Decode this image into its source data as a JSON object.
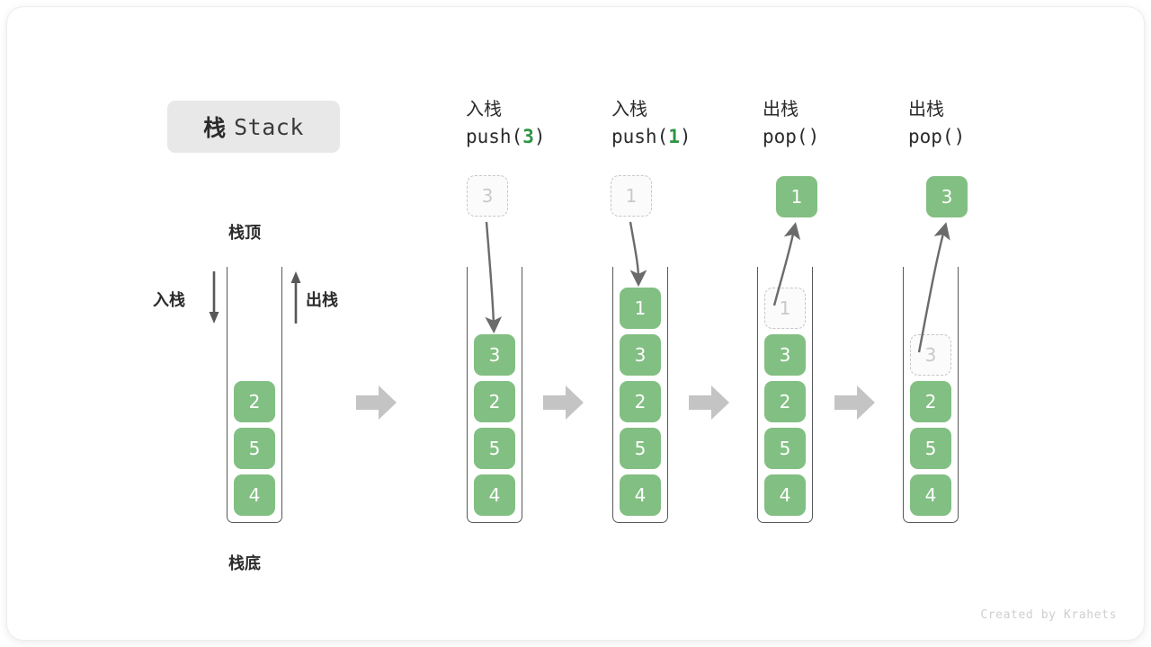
{
  "diagram": {
    "title_cn": "栈",
    "title_en": "Stack",
    "top_label": "栈顶",
    "bottom_label": "栈底",
    "push_label": "入栈",
    "pop_label": "出栈",
    "credit": "Created by Krahets",
    "colors": {
      "element_fill": "#82bf82",
      "element_text": "#ffffff",
      "ghost_border": "#c6c6c6",
      "ghost_text": "#c9c9c9",
      "container_border": "#58585a",
      "arrow_gray": "#6b6b6b",
      "block_arrow": "#c4c4c4",
      "badge_bg": "#e8e8e8",
      "accent_green": "#2e9445"
    }
  },
  "columns": [
    {
      "id": "initial",
      "header_cn": "",
      "header_code_pre": "",
      "header_code_arg": "",
      "header_code_post": "",
      "stack": [
        "2",
        "5",
        "4"
      ],
      "floating": null
    },
    {
      "id": "push-3",
      "header_cn": "入栈",
      "header_code_pre": "push(",
      "header_code_arg": "3",
      "header_code_post": ")",
      "stack": [
        "3",
        "2",
        "5",
        "4"
      ],
      "floating": {
        "value": "3",
        "style": "ghost"
      }
    },
    {
      "id": "push-1",
      "header_cn": "入栈",
      "header_code_pre": "push(",
      "header_code_arg": "1",
      "header_code_post": ")",
      "stack": [
        "1",
        "3",
        "2",
        "5",
        "4"
      ],
      "floating": {
        "value": "1",
        "style": "ghost"
      }
    },
    {
      "id": "pop-1",
      "header_cn": "出栈",
      "header_code_pre": "pop(",
      "header_code_arg": "",
      "header_code_post": ")",
      "stack": [
        "1",
        "3",
        "2",
        "5",
        "4"
      ],
      "ghost_index": 0,
      "floating": {
        "value": "1",
        "style": "solid"
      }
    },
    {
      "id": "pop-3",
      "header_cn": "出栈",
      "header_code_pre": "pop(",
      "header_code_arg": "",
      "header_code_post": ")",
      "stack": [
        "3",
        "2",
        "5",
        "4"
      ],
      "ghost_index": 0,
      "floating": {
        "value": "3",
        "style": "solid"
      }
    }
  ],
  "cells": {
    "c0_2": "2",
    "c0_5": "5",
    "c0_4": "4",
    "c1_3": "3",
    "c1_2": "2",
    "c1_5": "5",
    "c1_4": "4",
    "c2_1": "1",
    "c2_3": "3",
    "c2_2": "2",
    "c2_5": "5",
    "c2_4": "4",
    "c3_1": "1",
    "c3_3": "3",
    "c3_2": "2",
    "c3_5": "5",
    "c3_4": "4",
    "c4_3": "3",
    "c4_2": "2",
    "c4_5": "5",
    "c4_4": "4",
    "f1": "3",
    "f2": "1",
    "f3": "1",
    "f4": "3"
  }
}
